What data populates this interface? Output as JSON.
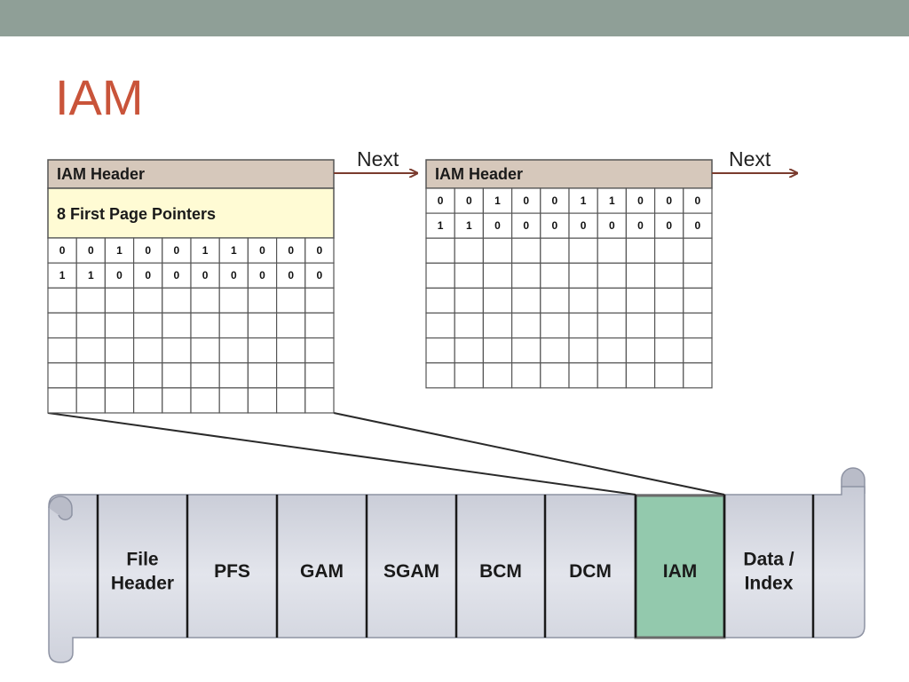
{
  "title": "IAM",
  "colors": {
    "accent": "#c9543a",
    "top_bar": "#8f9f97",
    "iam_header_fill": "#d6c8bb",
    "pointer_fill": "#fffbd4",
    "scroll_fill": "#d9dbe3",
    "iam_highlight": "#93c9ad",
    "arrow": "#7a3b2e"
  },
  "page1": {
    "header": "IAM Header",
    "pointers": "8 First Page Pointers",
    "rows": [
      [
        "0",
        "0",
        "1",
        "0",
        "0",
        "1",
        "1",
        "0",
        "0",
        "0"
      ],
      [
        "1",
        "1",
        "0",
        "0",
        "0",
        "0",
        "0",
        "0",
        "0",
        "0"
      ],
      [
        "",
        "",
        "",
        "",
        "",
        "",
        "",
        "",
        "",
        ""
      ],
      [
        "",
        "",
        "",
        "",
        "",
        "",
        "",
        "",
        "",
        ""
      ],
      [
        "",
        "",
        "",
        "",
        "",
        "",
        "",
        "",
        "",
        ""
      ],
      [
        "",
        "",
        "",
        "",
        "",
        "",
        "",
        "",
        "",
        ""
      ],
      [
        "",
        "",
        "",
        "",
        "",
        "",
        "",
        "",
        "",
        ""
      ]
    ],
    "next_label": "Next"
  },
  "page2": {
    "header": "IAM Header",
    "rows": [
      [
        "0",
        "0",
        "1",
        "0",
        "0",
        "1",
        "1",
        "0",
        "0",
        "0"
      ],
      [
        "1",
        "1",
        "0",
        "0",
        "0",
        "0",
        "0",
        "0",
        "0",
        "0"
      ],
      [
        "",
        "",
        "",
        "",
        "",
        "",
        "",
        "",
        "",
        ""
      ],
      [
        "",
        "",
        "",
        "",
        "",
        "",
        "",
        "",
        "",
        ""
      ],
      [
        "",
        "",
        "",
        "",
        "",
        "",
        "",
        "",
        "",
        ""
      ],
      [
        "",
        "",
        "",
        "",
        "",
        "",
        "",
        "",
        "",
        ""
      ],
      [
        "",
        "",
        "",
        "",
        "",
        "",
        "",
        "",
        "",
        ""
      ],
      [
        "",
        "",
        "",
        "",
        "",
        "",
        "",
        "",
        "",
        ""
      ]
    ],
    "next_label": "Next"
  },
  "file_sections": [
    {
      "label": [
        "File",
        "Header"
      ],
      "highlight": false
    },
    {
      "label": [
        "PFS"
      ],
      "highlight": false
    },
    {
      "label": [
        "GAM"
      ],
      "highlight": false
    },
    {
      "label": [
        "SGAM"
      ],
      "highlight": false
    },
    {
      "label": [
        "BCM"
      ],
      "highlight": false
    },
    {
      "label": [
        "DCM"
      ],
      "highlight": false
    },
    {
      "label": [
        "IAM"
      ],
      "highlight": true
    },
    {
      "label": [
        "Data /",
        "Index"
      ],
      "highlight": false
    }
  ]
}
